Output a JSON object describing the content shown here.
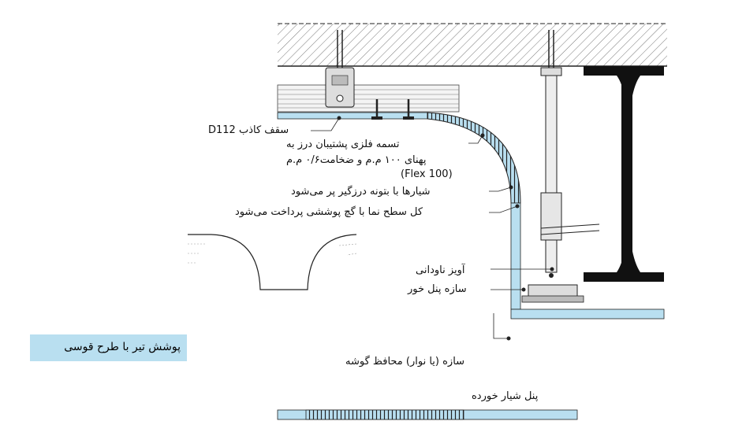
{
  "labels": {
    "ceiling": "سقف کاذب D112",
    "strip_line1": "تسمه فلزی پشتیبان درز به",
    "strip_line2": "پهنای ۱۰۰ م.م و ضخامت۰/۶ م.م",
    "strip_line3": "(Flex 100)",
    "grooves": "شیارها با بتونه درزگیر پر می‌شود",
    "surface": "کل سطح نما با گچ پوششی پرداخت می‌شود",
    "hanger": "آویز ناودانی",
    "panel_frame": "سازه پنل خور",
    "edge_frame": "سازه (یا نوار) محافظ گوشه",
    "grooved_panel": "پنل شیار خورده"
  },
  "caption": "پوشش تیر با طرح قوسی",
  "colors": {
    "panel": "#b9dff0",
    "line": "#222222",
    "hatch": "#555555",
    "metal": "#cccccc"
  }
}
